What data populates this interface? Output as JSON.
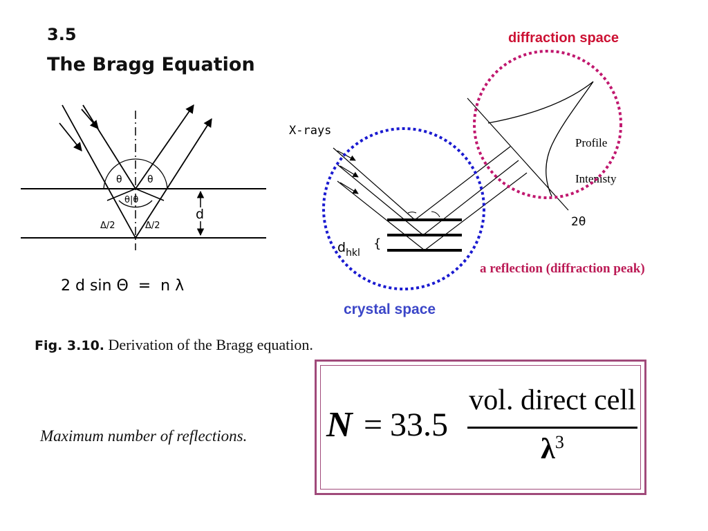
{
  "section": {
    "number": "3.5",
    "title": "The Bragg Equation"
  },
  "left_figure": {
    "theta": "θ",
    "theta_pair": "θ|θ",
    "half_path": "Δ/2",
    "d": "d",
    "equation": "2 d sin Θ  =  n λ"
  },
  "right_figure": {
    "xrays": "X-rays",
    "dhkl_main": "d",
    "dhkl_sub": "hkl",
    "brace": "{",
    "profile": "Profile",
    "intensity": "Intenisty",
    "two_theta": "2θ"
  },
  "labels": {
    "diffraction_space": "diffraction space",
    "reflection": "a reflection (diffraction peak)",
    "crystal_space": "crystal space"
  },
  "caption": {
    "fig": "Fig. 3.10.",
    "text": " Derivation of the Bragg equation."
  },
  "max_reflections": "Maximum number of reflections.",
  "formula": {
    "lhs": "N",
    "eq": "=",
    "constant": "33.5",
    "numerator": "vol. direct cell",
    "denominator": "λ",
    "exponent": "3"
  },
  "colors": {
    "crystal_circle": "#1a1ad0",
    "diffraction_circle": "#c0176e",
    "formula_border": "#a04a7a"
  }
}
